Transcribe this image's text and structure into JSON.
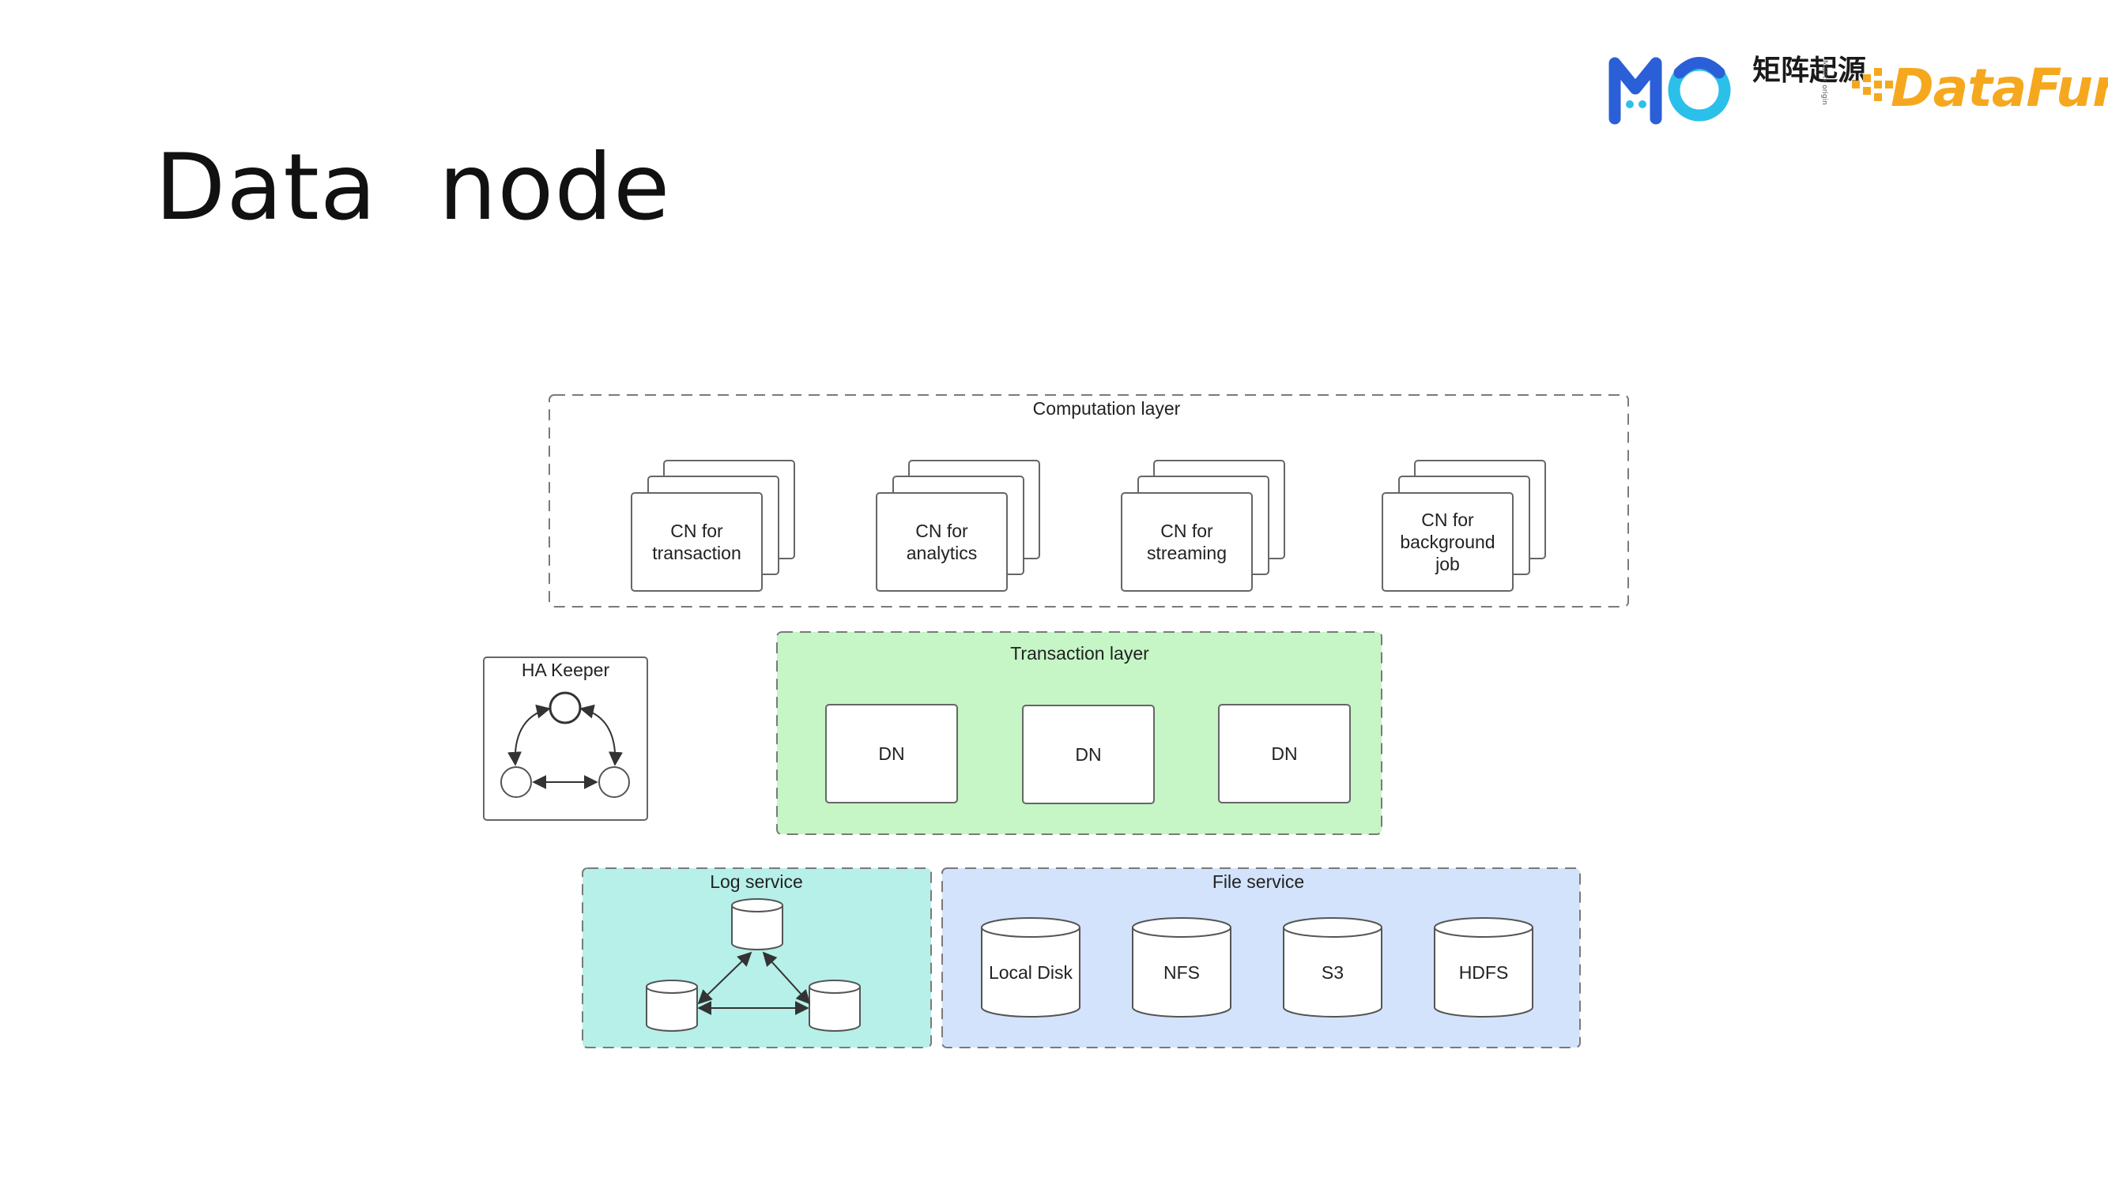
{
  "title": "Data node",
  "logo": {
    "brand_cn": "矩阵起源",
    "brand_en": "Matrix origin",
    "brand2": "DataFun."
  },
  "colors": {
    "transaction_fill": "#c6f5c6",
    "log_fill": "#b6f0e8",
    "file_fill": "#d3e3fb",
    "stroke": "#666666",
    "logo_blue": "#2a5fd8",
    "logo_cyan": "#2bc0ea",
    "logo_orange": "#f5a81e"
  },
  "layers": {
    "computation": {
      "label": "Computation layer",
      "nodes": [
        {
          "line1": "CN for",
          "line2": "transaction",
          "line3": ""
        },
        {
          "line1": "CN for",
          "line2": "analytics",
          "line3": ""
        },
        {
          "line1": "CN for",
          "line2": "streaming",
          "line3": ""
        },
        {
          "line1": "CN for",
          "line2": "background",
          "line3": "job"
        }
      ]
    },
    "ha_keeper": {
      "label": "HA Keeper"
    },
    "transaction": {
      "label": "Transaction layer",
      "nodes": [
        "DN",
        "DN",
        "DN"
      ]
    },
    "log_service": {
      "label": "Log service"
    },
    "file_service": {
      "label": "File service",
      "stores": [
        "Local Disk",
        "NFS",
        "S3",
        "HDFS"
      ]
    }
  }
}
